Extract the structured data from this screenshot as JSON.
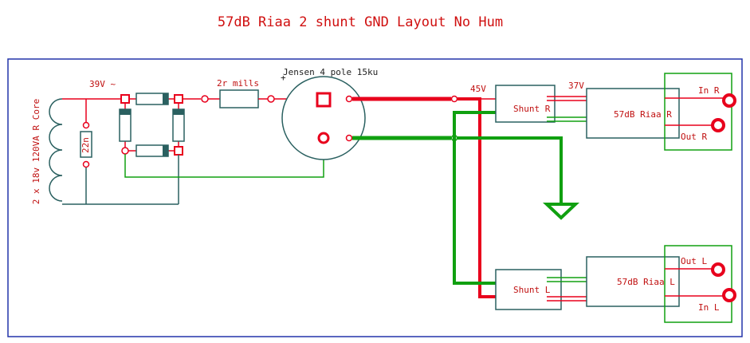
{
  "title": "57dB Riaa 2 shunt GND Layout No Hum",
  "labels": {
    "transformer": "2 x 18v 120VA R Core",
    "ac_voltage": "39V ~",
    "snubber_cap": "22n",
    "resistor": "2r mills",
    "cap_plus": "+",
    "capacitor": "Jensen 4 pole 15ku",
    "v45": "45V",
    "v37": "37V",
    "shunt_r": "Shunt R",
    "shunt_l": "Shunt L",
    "riaa_r": "57dB Riaa R",
    "riaa_l": "57dB Riaa L",
    "in_r": "In R",
    "out_r": "Out R",
    "out_l": "Out L",
    "in_l": "In L"
  },
  "colors": {
    "positive_wire": "#e8001c",
    "ground_wire": "#10a010",
    "outline": "#2a6060",
    "border": "#2233aa",
    "text": "#c01010"
  }
}
